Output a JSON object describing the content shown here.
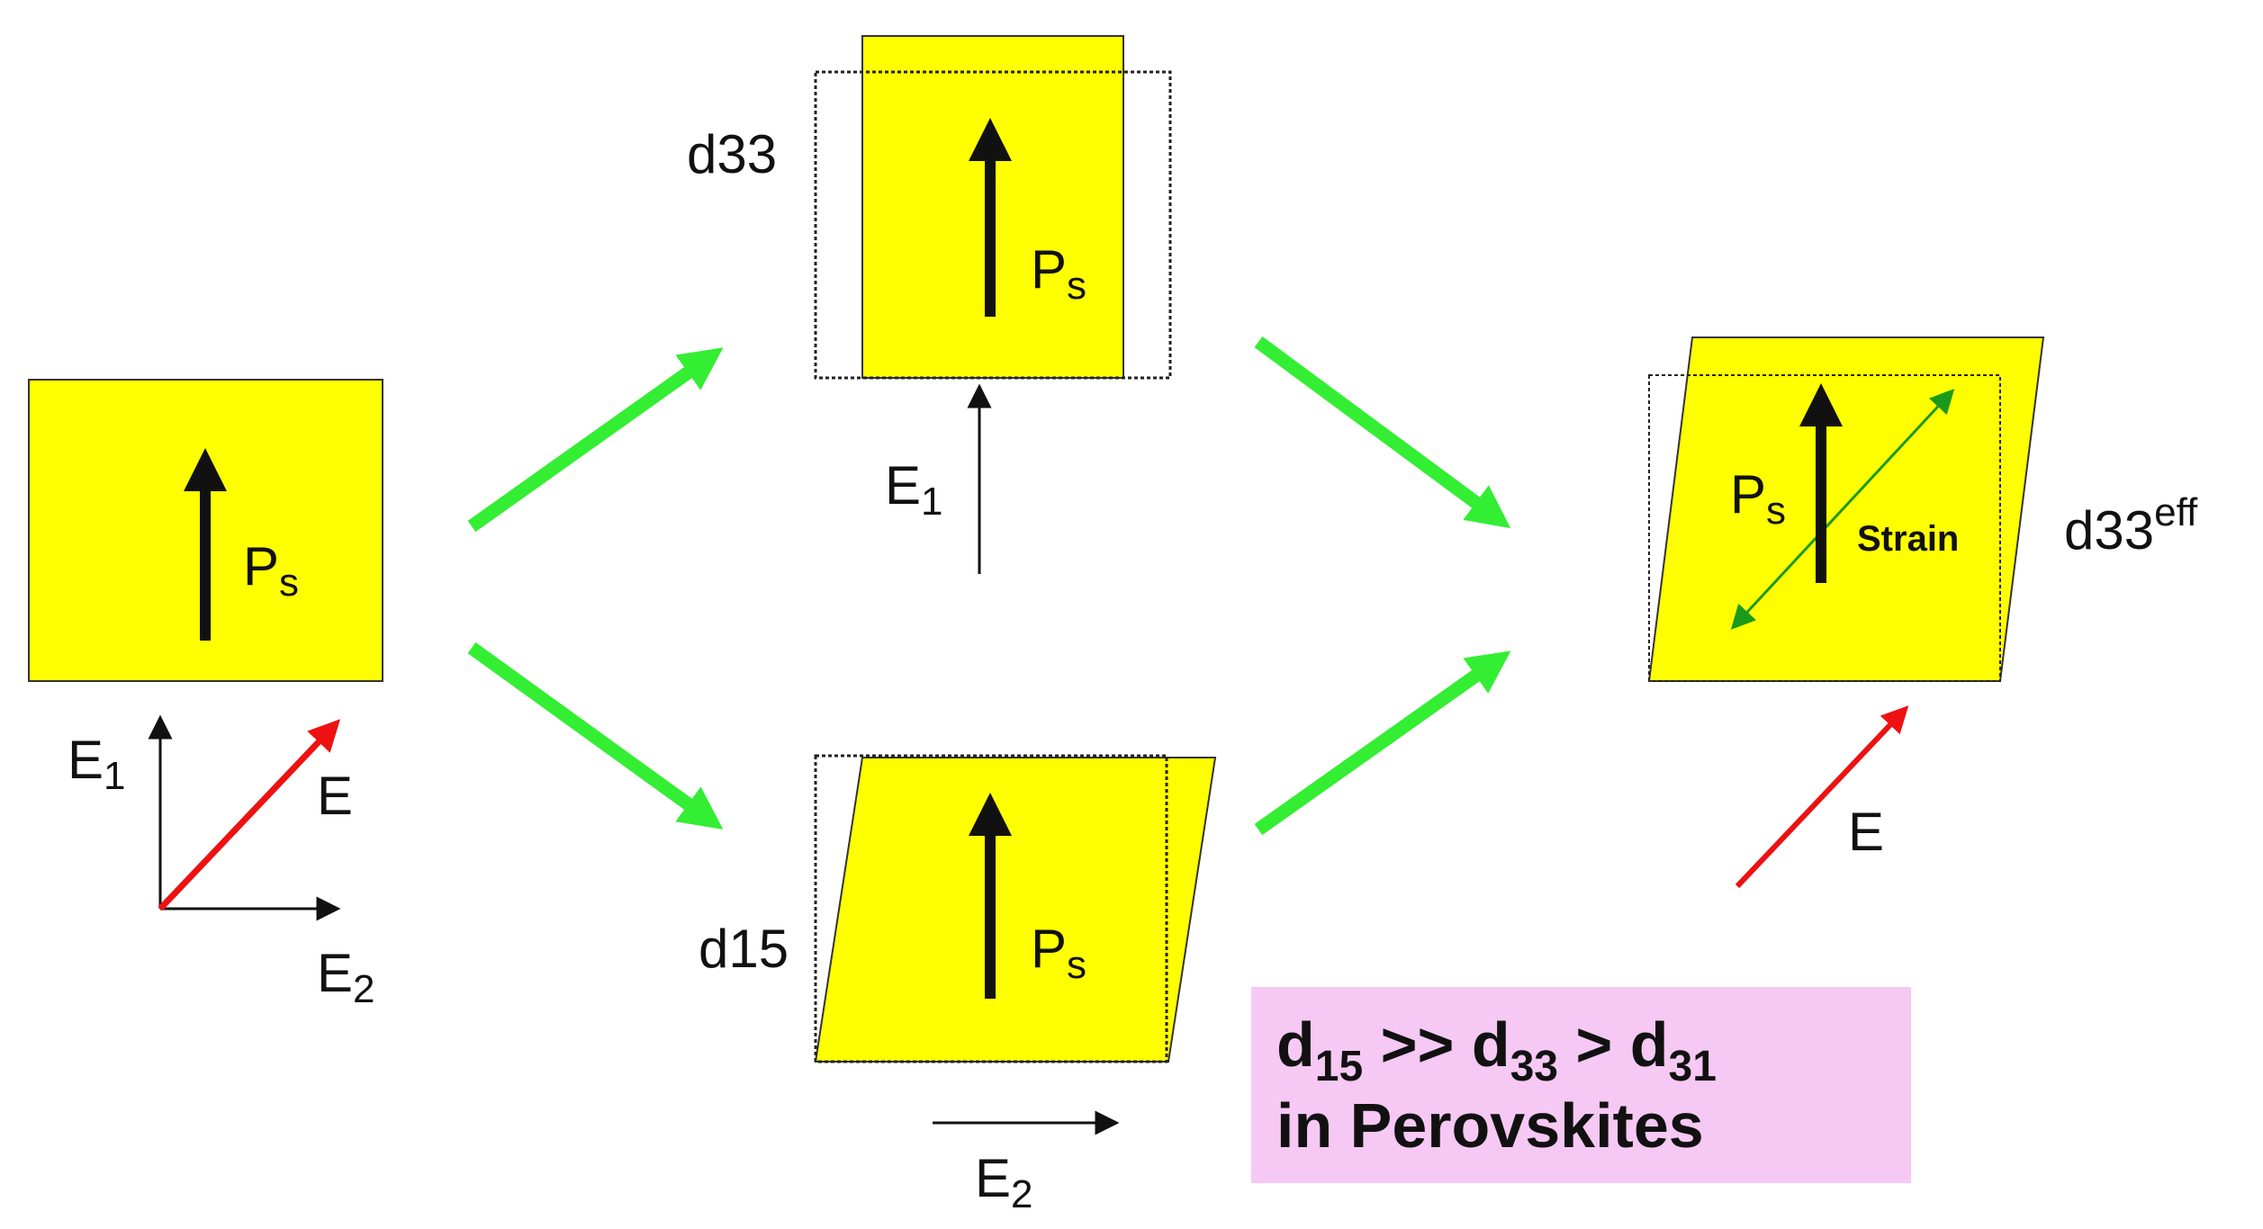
{
  "colors": {
    "crystal": "#ffff00",
    "process_arrow": "#33ee33",
    "field_total": "#ee1111",
    "strain_axis": "#1a9a1a",
    "summary_box": "#f6c8f4"
  },
  "labels": {
    "polarization": "P",
    "polarization_sub": "s",
    "field": "E",
    "field_1_sub": "1",
    "field_2_sub": "2",
    "d": "d",
    "d33_sub": "33",
    "d15_sub": "15",
    "d33eff_sub": "33",
    "d33eff_sup": "eff",
    "strain": "Strain"
  },
  "summary": {
    "line1_d15": "d",
    "line1_d15_sub": "15",
    "line1_gt1": " >> ",
    "line1_d33": "d",
    "line1_d33_sub": "33",
    "line1_gt2": " > ",
    "line1_d31": "d",
    "line1_d31_sub": "31",
    "line2": "in Perovskites"
  }
}
